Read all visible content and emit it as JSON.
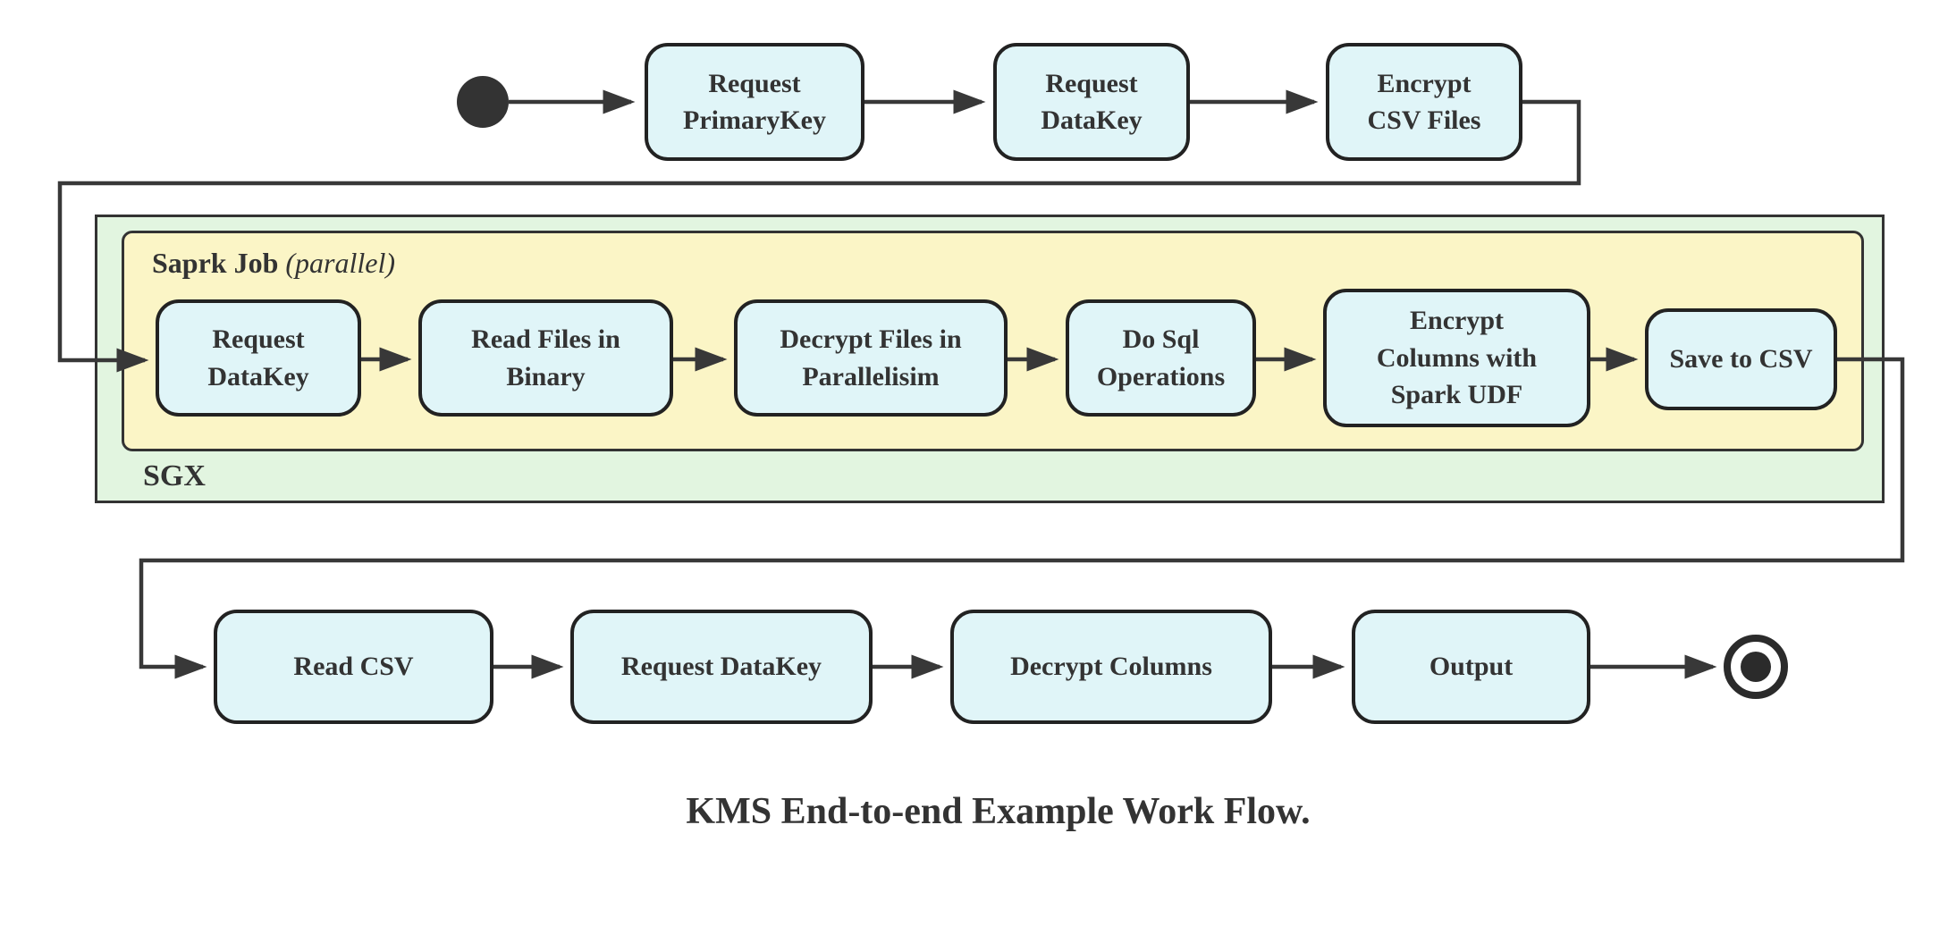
{
  "caption": "KMS End-to-end Example Work Flow.",
  "colors": {
    "node_fill": "#e0f5f8",
    "node_border": "#222222",
    "spark_container_fill": "#fbf5c6",
    "sgx_container_fill": "#e2f5e0",
    "container_border": "#333333",
    "connector_line": "#383838",
    "text": "#333333",
    "background": "#ffffff"
  },
  "containers": {
    "sgx": {
      "label": "SGX"
    },
    "spark_job": {
      "title": "Saprk Job",
      "qualifier": "(parallel)"
    }
  },
  "nodes": {
    "top_row": [
      "Request\nPrimaryKey",
      "Request\nDataKey",
      "Encrypt\nCSV Files"
    ],
    "spark_row": [
      "Request\nDataKey",
      "Read Files in\nBinary",
      "Decrypt Files in\nParallelisim",
      "Do Sql\nOperations",
      "Encrypt\nColumns with\nSpark UDF",
      "Save to CSV"
    ],
    "bottom_row": [
      "Read CSV",
      "Request DataKey",
      "Decrypt Columns",
      "Output"
    ]
  }
}
